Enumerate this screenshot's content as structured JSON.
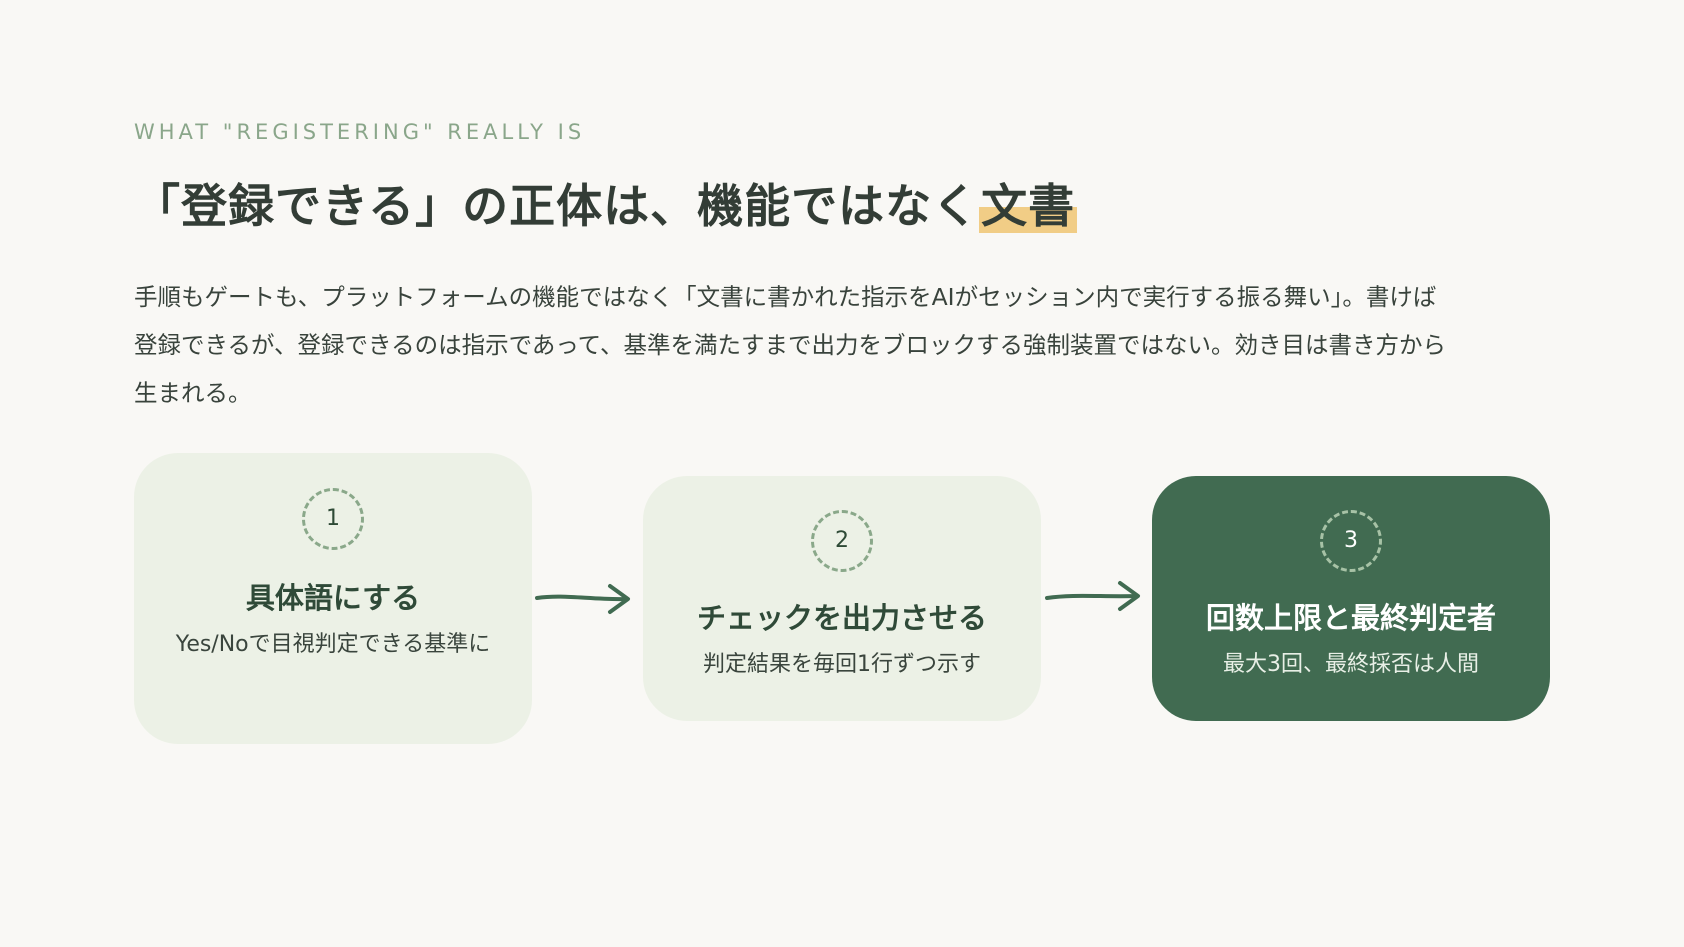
{
  "kicker": "WHAT \"REGISTERING\" REALLY IS",
  "headline": {
    "main": "「登録できる」の正体は、機能ではなく",
    "highlight": "文書"
  },
  "body": "手順もゲートも、プラットフォームの機能ではなく「文書に書かれた指示をAIがセッション内で実行する振る舞い」。書けば登録できるが、登録できるのは指示であって、基準を満たすまで出力をブロックする強制装置ではない。効き目は書き方から生まれる。",
  "steps": [
    {
      "number": "1",
      "title": "具体語にする",
      "description": "Yes/Noで目視判定できる基準に"
    },
    {
      "number": "2",
      "title": "チェックを出力させる",
      "description": "判定結果を毎回1行ずつ示す"
    },
    {
      "number": "3",
      "title": "回数上限と最終判定者",
      "description": "最大3回、最終採否は人間"
    }
  ],
  "colors": {
    "background": "#f9f8f5",
    "kicker": "#8aa68a",
    "highlight": "#f1cd86",
    "card_light": "#ecf1e6",
    "card_dark": "#416b51",
    "arrow": "#416b51"
  }
}
